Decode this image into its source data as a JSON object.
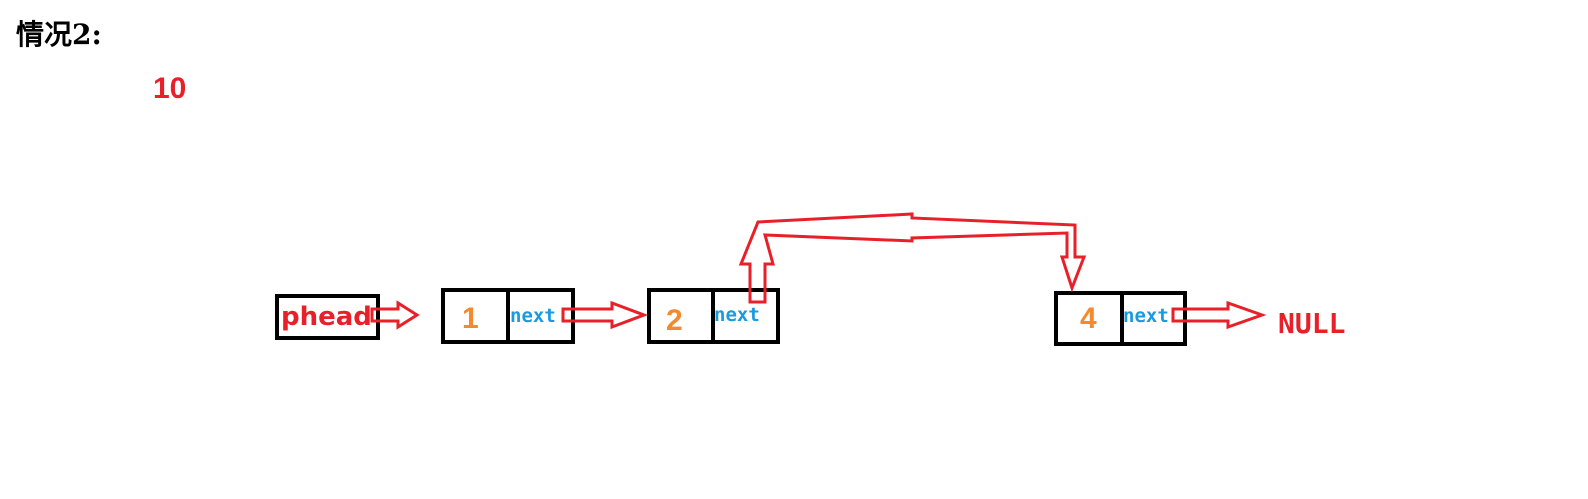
{
  "title": "情况2:",
  "value_label": "10",
  "head_label": "phead",
  "nodes": [
    {
      "value": "1",
      "next_label": "next"
    },
    {
      "value": "2",
      "next_label": "next"
    },
    {
      "value": "4",
      "next_label": "next"
    }
  ],
  "null_label": "NULL",
  "colors": {
    "arrow": "#e8202a",
    "value": "#f5892d",
    "next": "#1a9ae0",
    "border": "#000000",
    "title": "#000000",
    "accent_text": "#e8202a"
  }
}
